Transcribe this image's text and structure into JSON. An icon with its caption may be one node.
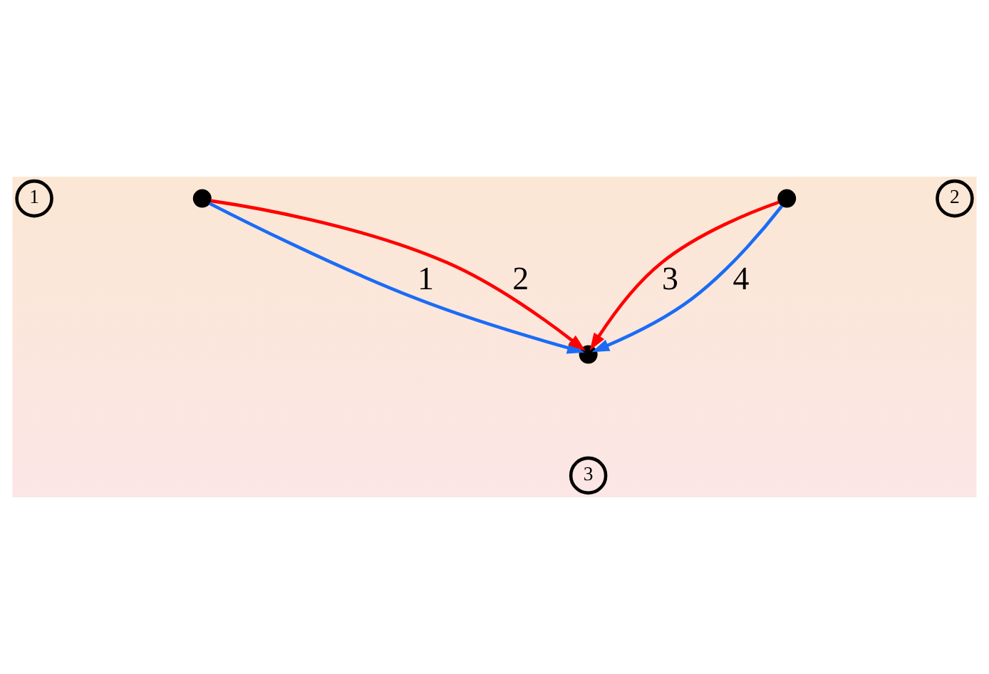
{
  "diagram": {
    "nodes": [
      {
        "text": [
          "1"
        ]
      },
      {
        "text": [
          "2"
        ]
      },
      {
        "text": [],
        "shape": "circle"
      },
      {
        "text": [],
        "shape": "circle"
      },
      {
        "text": [],
        "shape": "circle"
      },
      {
        "text": [
          "3"
        ]
      }
    ],
    "edges": [
      {
        "from": 2,
        "to": 3,
        "arrow": "to",
        "label": "1",
        "color": "#1a6cf5"
      },
      {
        "from": 2,
        "to": 3,
        "arrow": "to",
        "label": "2",
        "color": "#ff0000"
      },
      {
        "from": 4,
        "to": 3,
        "arrow": "to",
        "label": "3",
        "color": "#ff0000"
      },
      {
        "from": 4,
        "to": 3,
        "arrow": "to",
        "label": "4",
        "color": "#1a6cf5"
      }
    ]
  }
}
